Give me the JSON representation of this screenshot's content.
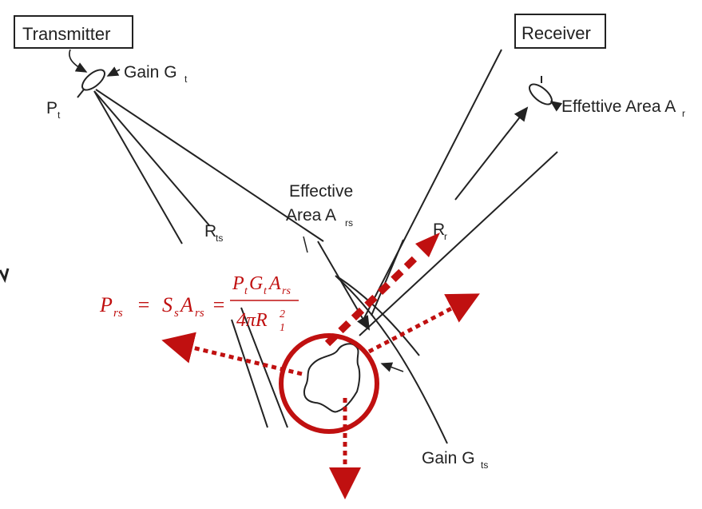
{
  "transmitter": {
    "box_label": "Transmitter",
    "gain_label": "Gain G",
    "gain_sub": "t",
    "power_label": "P",
    "power_sub": "t",
    "range_label": "R",
    "range_sub": "ts"
  },
  "receiver": {
    "box_label": "Receiver",
    "area_label": "Effettive Area A",
    "area_sub": "r",
    "range_label": "R",
    "range_sub": "r"
  },
  "target": {
    "area_line1": "Effective",
    "area_line2": "Area A",
    "area_sub": "rs",
    "gain_label": "Gain G",
    "gain_sub": "ts"
  },
  "equation": {
    "lhs": "P",
    "lhs_sub": "rs",
    "eq1": "=",
    "mid": "S",
    "mid_sub": "s",
    "mid2": "A",
    "mid2_sub": "rs",
    "eq2": "=",
    "num_P": "P",
    "num_P_sub": "t",
    "num_G": "G",
    "num_G_sub": "t",
    "num_A": "A",
    "num_A_sub": "rs",
    "den_4pi": "4πR",
    "den_sup": "2",
    "den_sub": "1"
  },
  "colors": {
    "ink": "#222222",
    "accent_red": "#c01010"
  },
  "icons": [
    "transmitter-dish-icon",
    "receiver-dish-icon",
    "scatter-target-icon"
  ]
}
